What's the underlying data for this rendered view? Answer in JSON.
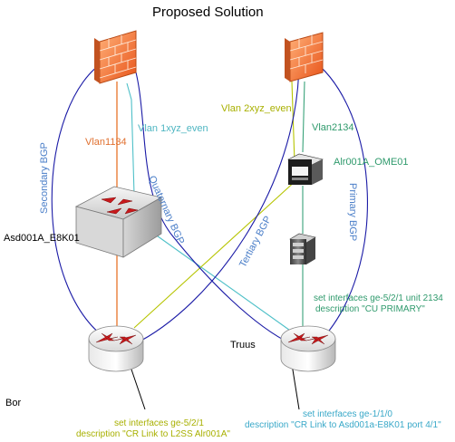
{
  "title": "Proposed Solution",
  "labels": {
    "vlan1134": "Vlan1134",
    "vlan_1xyz": "Vlan 1xyz_even",
    "vlan_2xyz": "Vlan 2xyz_even",
    "vlan2134": "Vlan2134",
    "secondary_bgp": "Secondary BGP",
    "quaternary_bgp": "Quaternary BGP",
    "tertiary_bgp": "Tertiary BGP",
    "primary_bgp": "Primary BGP",
    "ome_name": "Alr001A_OME01",
    "switch_name": "Asd001A_E8K01",
    "router_left_name": "Bor",
    "router_right_name": "Truus",
    "note_right_1": "set interfaces ge-5/2/1 unit 2134",
    "note_right_2": "description \"CU PRIMARY\"",
    "note_bottom_left_1": "set interfaces ge-5/2/1",
    "note_bottom_left_2": "description \"CR Link to L2SS Alr001A\"",
    "note_bottom_right_1": "set interfaces ge-1/1/0",
    "note_bottom_right_2": "description \"CR Link to Asd001a-E8K01 port 4/1\""
  },
  "colors": {
    "orange_link": "#e8742a",
    "cyan_link": "#4fc0c8",
    "olive_link": "#b6c400",
    "green_link": "#3aa37a",
    "bgp_blue": "#1a1aa6",
    "label_blue": "#4a7ec8",
    "label_orange": "#e07030",
    "label_olive": "#a8b000",
    "label_green": "#2f9a6c"
  }
}
